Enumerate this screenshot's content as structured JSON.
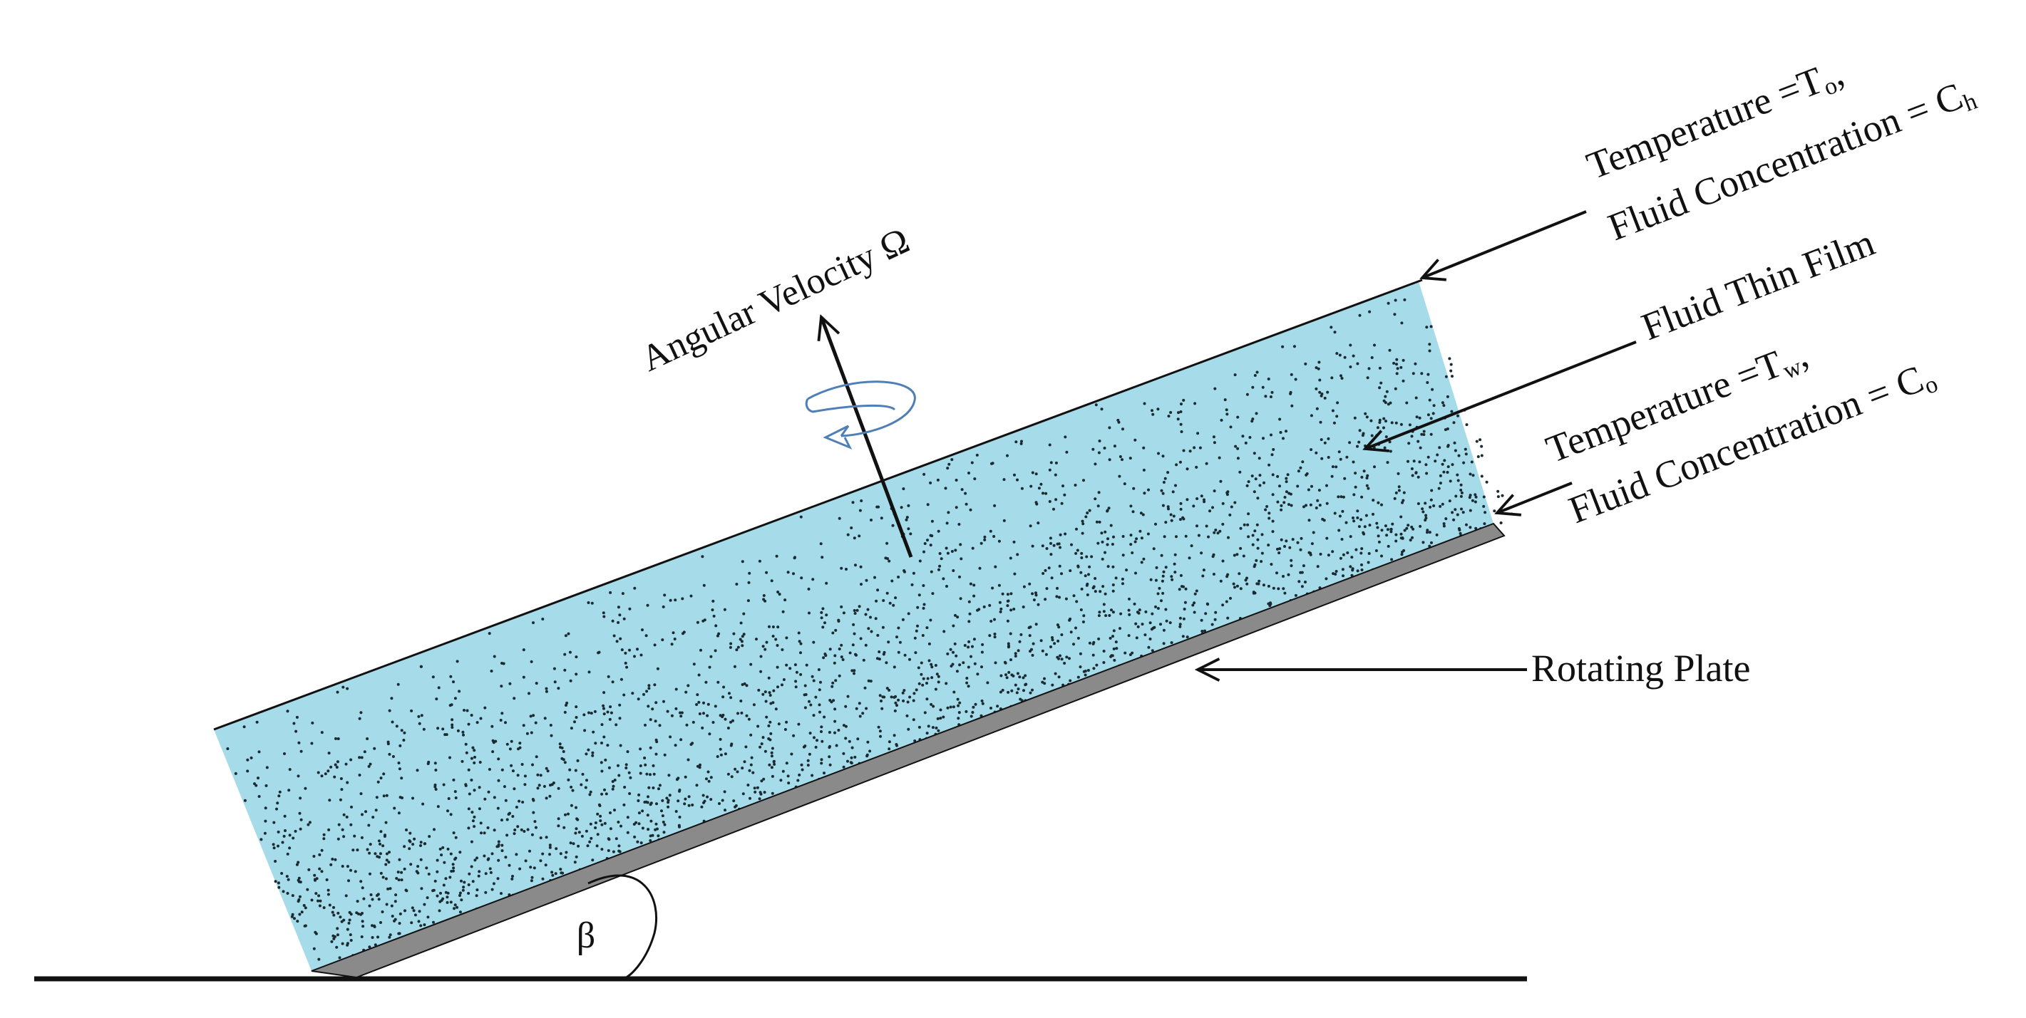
{
  "labels": {
    "angular_velocity": "Angular Velocity Ω",
    "top_temperature_prefix": "Temperature =T",
    "top_temperature_sub": "o",
    "top_temperature_suffix": ",",
    "top_concentration_prefix": "Fluid Concentration = C",
    "top_concentration_sub": "h",
    "film": "Fluid Thin Film",
    "wall_temperature_prefix": "Temperature =T",
    "wall_temperature_sub": "w",
    "wall_temperature_suffix": ",",
    "wall_concentration_prefix": "Fluid Concentration = C",
    "wall_concentration_sub": "o",
    "plate": "Rotating Plate",
    "angle": "β"
  },
  "colors": {
    "fluid": "#a6dbea",
    "plate": "#8a8a8a",
    "ink": "#111111",
    "rotation_arrow": "#4f7fb7"
  }
}
